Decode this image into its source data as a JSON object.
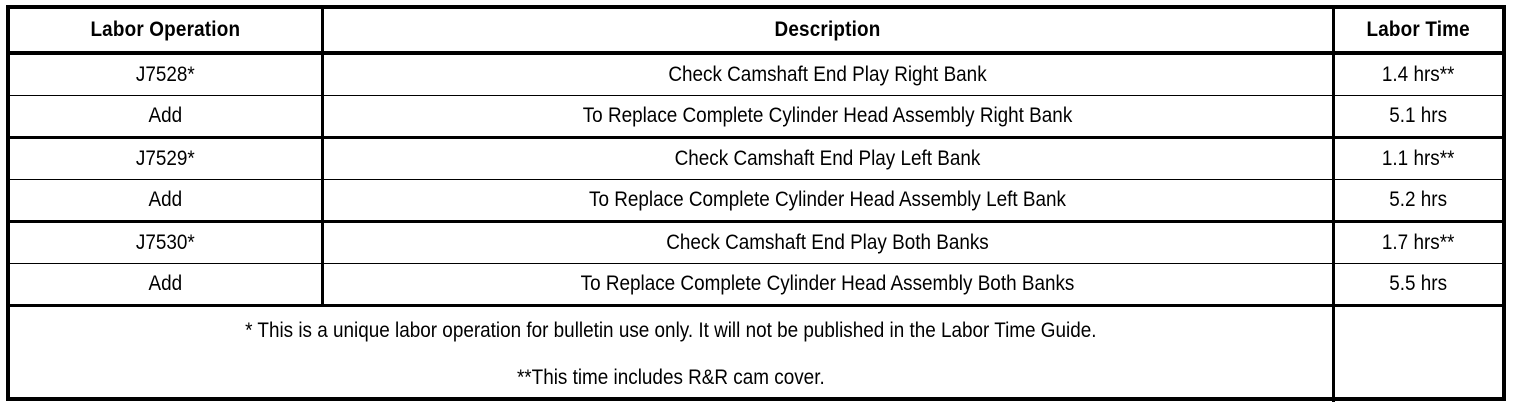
{
  "table": {
    "headers": [
      {
        "key": "labor_operation",
        "label": "Labor Operation"
      },
      {
        "key": "description",
        "label": "Description"
      },
      {
        "key": "labor_time",
        "label": "Labor Time"
      }
    ],
    "rows": [
      {
        "labor_operation": "J7528*",
        "description": "Check Camshaft End Play Right Bank",
        "labor_time": "1.4 hrs**"
      },
      {
        "labor_operation": "Add",
        "description": "To Replace Complete Cylinder Head Assembly Right Bank",
        "labor_time": "5.1 hrs"
      },
      {
        "labor_operation": "J7529*",
        "description": "Check Camshaft End Play Left Bank",
        "labor_time": "1.1 hrs**"
      },
      {
        "labor_operation": "Add",
        "description": "To Replace Complete Cylinder Head Assembly Left Bank",
        "labor_time": "5.2 hrs"
      },
      {
        "labor_operation": "J7530*",
        "description": "Check Camshaft End Play Both Banks",
        "labor_time": "1.7 hrs**"
      },
      {
        "labor_operation": "Add",
        "description": "To Replace Complete Cylinder Head Assembly Both Banks",
        "labor_time": "5.5 hrs"
      }
    ],
    "footnotes": {
      "line1": "* This is a unique labor operation for bulletin use only. It will not be published in the Labor Time Guide.",
      "line2": "**This time includes R&R cam cover.",
      "labor_time_cell": ""
    }
  },
  "colors": {
    "border": "#000000",
    "text": "#000000",
    "background": "#ffffff"
  }
}
